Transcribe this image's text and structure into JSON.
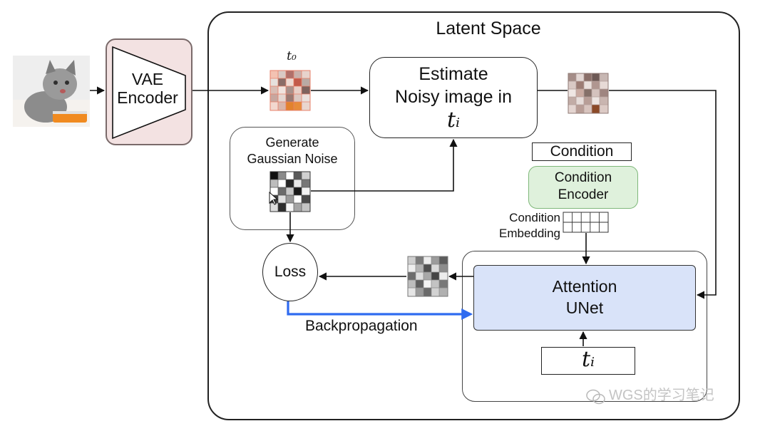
{
  "latent_space_title": "Latent Space",
  "vae_encoder_label": "VAE\nEncoder",
  "t0_label": "t₀",
  "estimate_box_label_line1": "Estimate",
  "estimate_box_label_line2": "Noisy image in",
  "estimate_box_math": "tᵢ",
  "noise_box_label": "Generate\nGaussian Noise",
  "condition_label": "Condition",
  "condition_encoder_label": "Condition\nEncoder",
  "condition_embedding_label": "Condition\nEmbedding",
  "loss_label": "Loss",
  "unet_label": "Attention\nUNet",
  "ti_box_label": "tᵢ",
  "backprop_label": "Backpropagation",
  "watermark_text": "WGS的学习笔记",
  "colors": {
    "vae_fill": "#f3e2e2",
    "unet_fill": "#d9e3f9",
    "unet_border": "#333333",
    "condition_encoder_fill": "#dff1dc",
    "condition_encoder_border": "#7fb87a",
    "backprop_arrow": "#2f6bf0"
  }
}
